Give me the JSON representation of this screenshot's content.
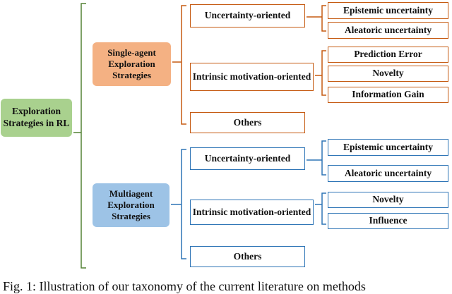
{
  "root": "Exploration Strategies in RL",
  "single_agent": {
    "title": "Single-agent Exploration Strategies",
    "uncertainty": "Uncertainty-oriented",
    "epistemic": "Epistemic uncertainty",
    "aleatoric": "Aleatoric uncertainty",
    "intrinsic": "Intrinsic motivation-oriented",
    "prediction_error": "Prediction Error",
    "novelty": "Novelty",
    "information_gain": "Information Gain",
    "others": "Others"
  },
  "multi_agent": {
    "title": "Multiagent Exploration Strategies",
    "uncertainty": "Uncertainty-oriented",
    "epistemic": "Epistemic uncertainty",
    "aleatoric": "Aleatoric uncertainty",
    "intrinsic": "Intrinsic motivation-oriented",
    "novelty": "Novelty",
    "influence": "Influence",
    "others": "Others"
  },
  "colors": {
    "root_fill": "#a9d18e",
    "single_fill": "#f4b183",
    "single_line": "#c55a11",
    "multi_fill": "#9dc3e6",
    "multi_line": "#2e75b6",
    "root_line": "#548235"
  },
  "caption": "Fig. 1: Illustration of our taxonomy of the current literature on methods"
}
